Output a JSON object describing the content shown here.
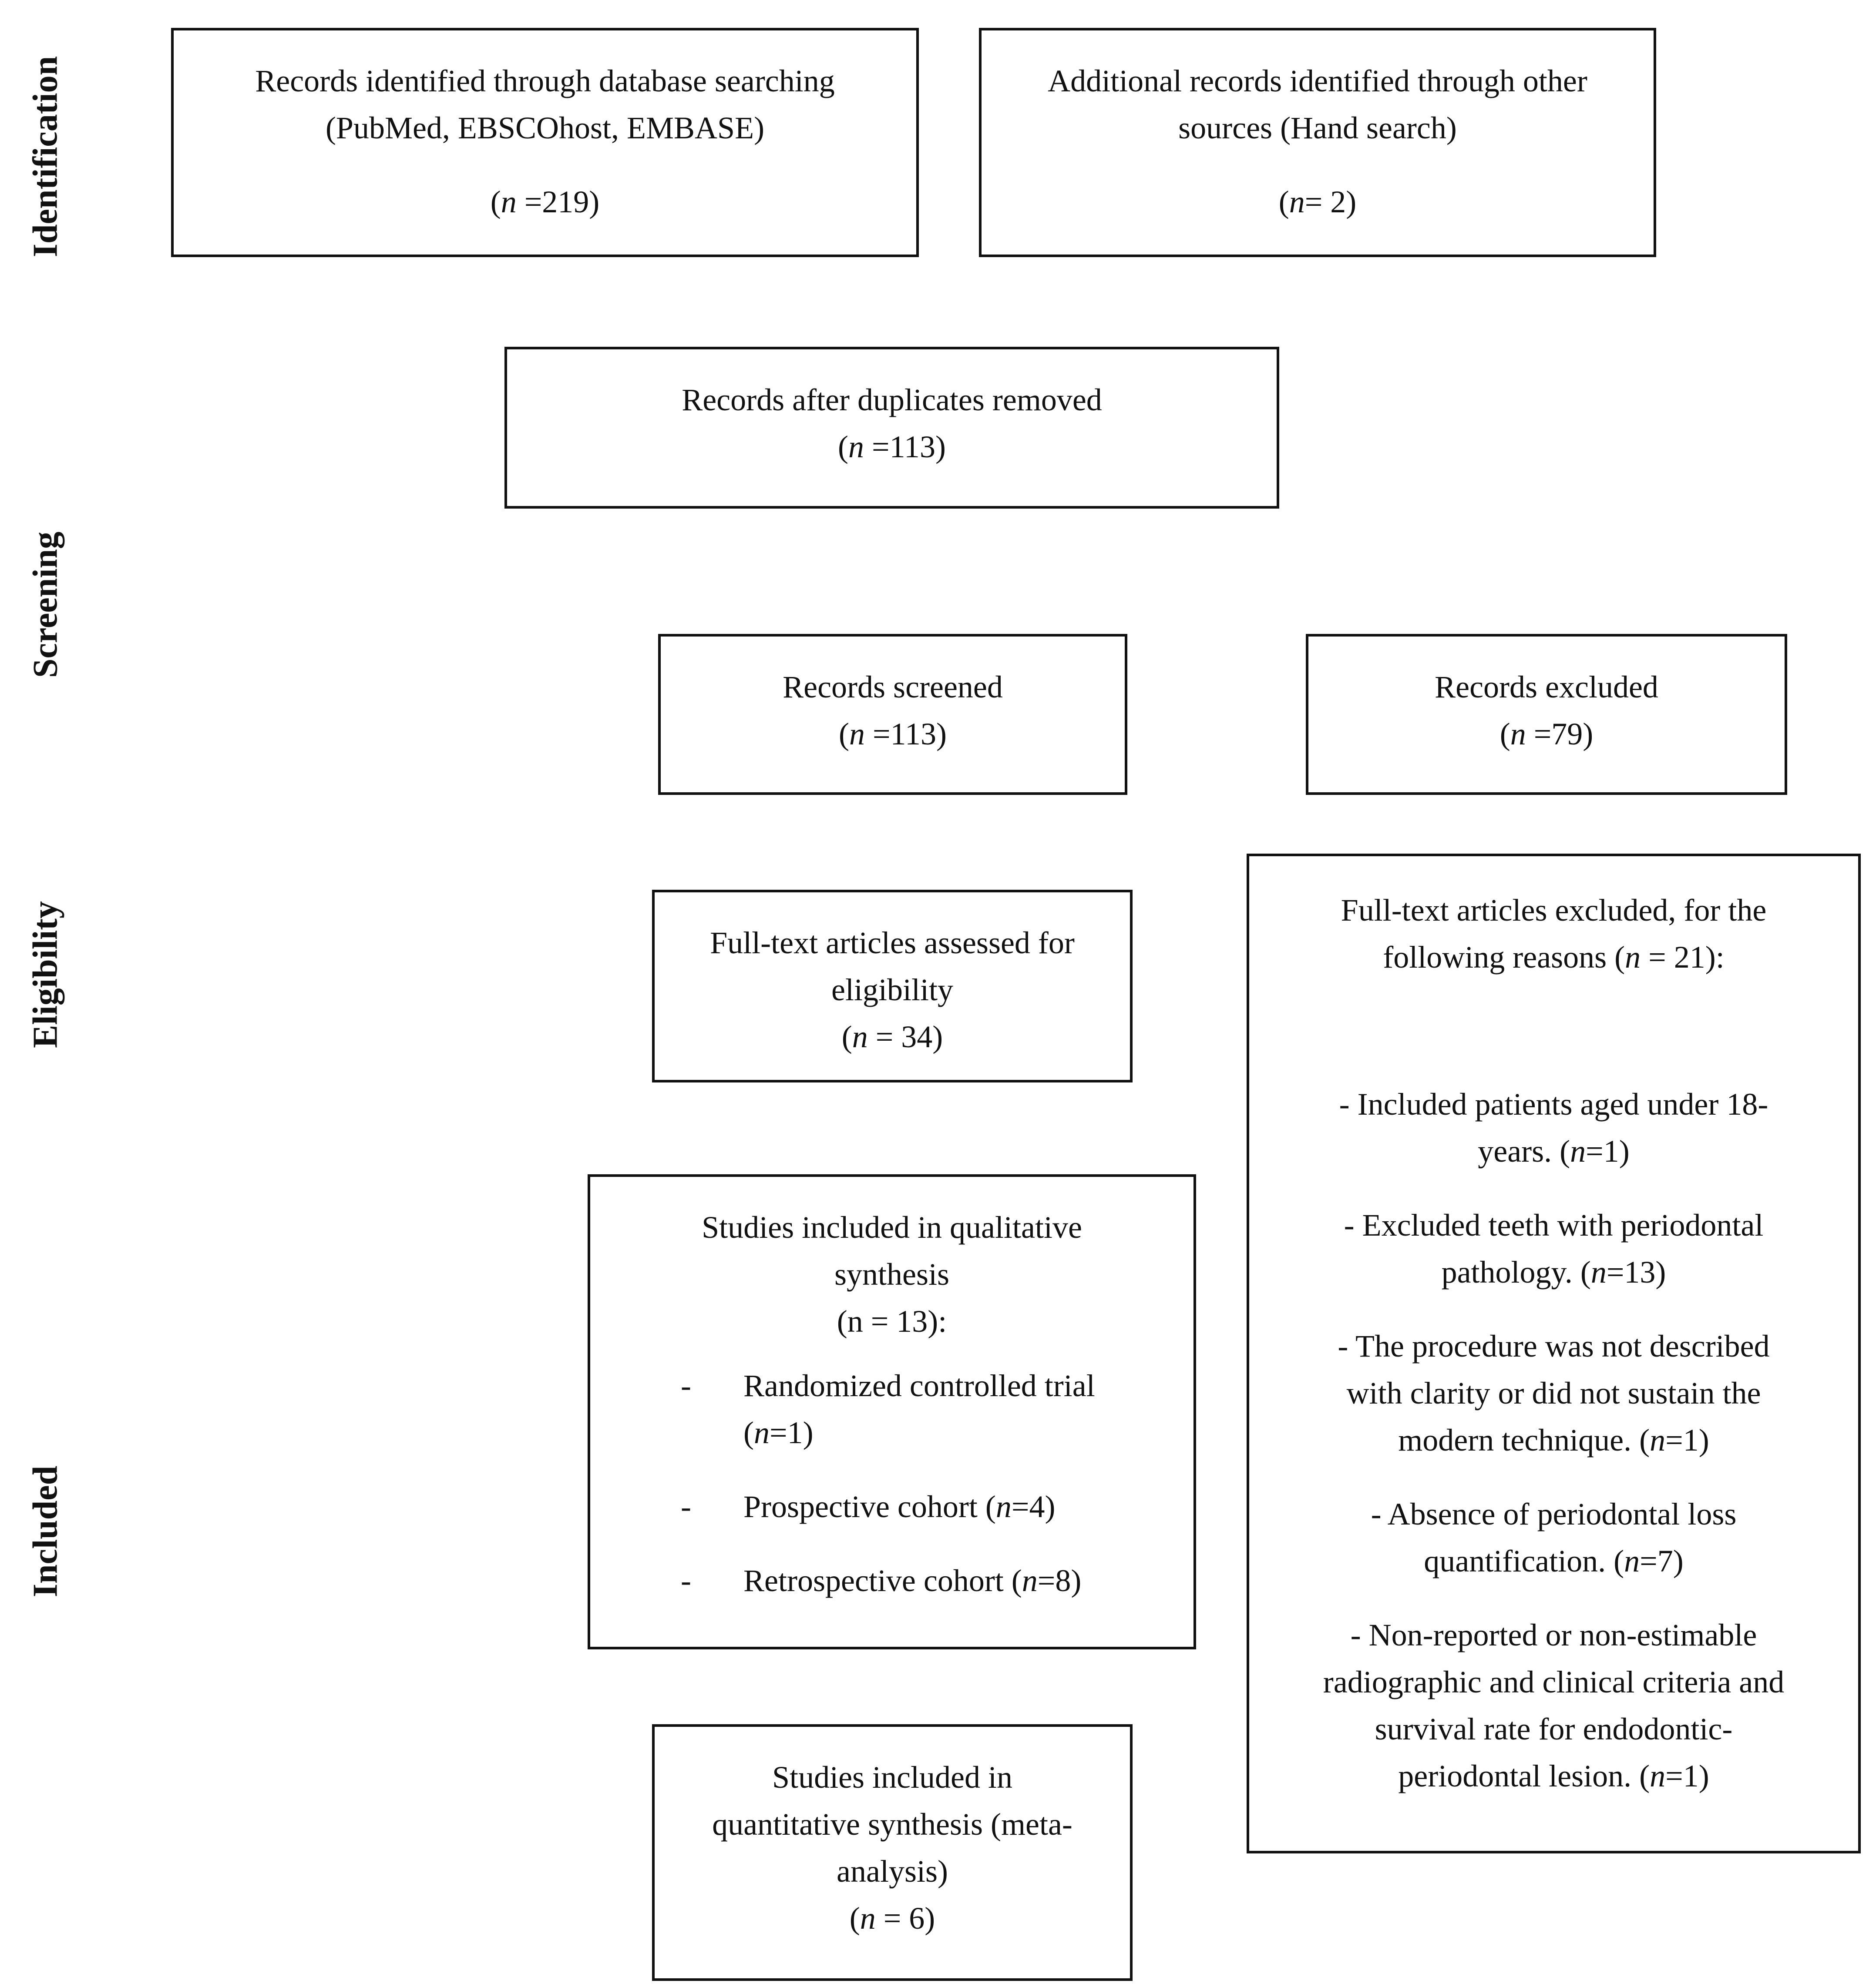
{
  "stages": {
    "identification": "Identification",
    "screening": "Screening",
    "eligibility": "Eligibility",
    "included": "Included"
  },
  "boxes": {
    "db_search": {
      "line1": "Records identified through database searching",
      "line2": "(PubMed, EBSCOhost, EMBASE)",
      "count_prefix": "(",
      "count_n": "n",
      "count_suffix": " =219)"
    },
    "other_sources": {
      "line1": "Additional records identified through other",
      "line2": "sources (Hand search)",
      "count_prefix": "(",
      "count_n": "n",
      "count_suffix": "= 2)"
    },
    "duplicates_removed": {
      "line1": "Records after duplicates removed",
      "count_prefix": "(",
      "count_n": "n",
      "count_suffix": " =113)"
    },
    "screened": {
      "line1": "Records screened",
      "count_prefix": "(",
      "count_n": "n",
      "count_suffix": " =113)"
    },
    "excluded": {
      "line1": "Records excluded",
      "count_prefix": "(",
      "count_n": "n",
      "count_suffix": " =79)"
    },
    "fulltext_assessed": {
      "line1": "Full-text articles assessed for",
      "line2": "eligibility",
      "count_prefix": "(",
      "count_n": "n",
      "count_suffix": " = 34)"
    },
    "fulltext_excluded": {
      "head1": "Full-text articles excluded, for the",
      "head2_prefix": "following reasons (",
      "head2_n": "n",
      "head2_suffix": " = 21):",
      "reasons": [
        {
          "l1": "- Included patients aged under 18-",
          "l2_prefix": "years. (",
          "n": "n",
          "l2_suffix": "=1)"
        },
        {
          "l1": "- Excluded teeth with periodontal",
          "l2_prefix": "pathology. (",
          "n": "n",
          "l2_suffix": "=13)"
        },
        {
          "l1": "- The procedure was not described",
          "l1b": "with clarity or did not sustain the",
          "l2_prefix": "modern technique. (",
          "n": "n",
          "l2_suffix": "=1)"
        },
        {
          "l1": "- Absence of periodontal loss",
          "l2_prefix": "quantification. (",
          "n": "n",
          "l2_suffix": "=7)"
        },
        {
          "l1": "- Non-reported or non-estimable",
          "l1b": "radiographic and clinical criteria and",
          "l1c": "survival rate for endodontic-",
          "l2_prefix": "periodontal lesion. (",
          "n": "n",
          "l2_suffix": "=1)"
        }
      ]
    },
    "qualitative": {
      "line1": "Studies included in qualitative",
      "line2": "synthesis",
      "line3": "(n = 13):",
      "items": [
        {
          "dash": "-",
          "text_a": "Randomized controlled trial",
          "text_b_prefix": "(",
          "n": "n",
          "text_b_suffix": "=1)"
        },
        {
          "dash": "-",
          "text_prefix": "Prospective cohort (",
          "n": "n",
          "text_suffix": "=4)"
        },
        {
          "dash": "-",
          "text_prefix": "Retrospective cohort (",
          "n": "n",
          "text_suffix": "=8)"
        }
      ]
    },
    "quantitative": {
      "line1": "Studies included in",
      "line2": "quantitative synthesis (meta-",
      "line3": "analysis)",
      "count_prefix": "(",
      "count_n": "n",
      "count_suffix": " = 6)"
    }
  }
}
